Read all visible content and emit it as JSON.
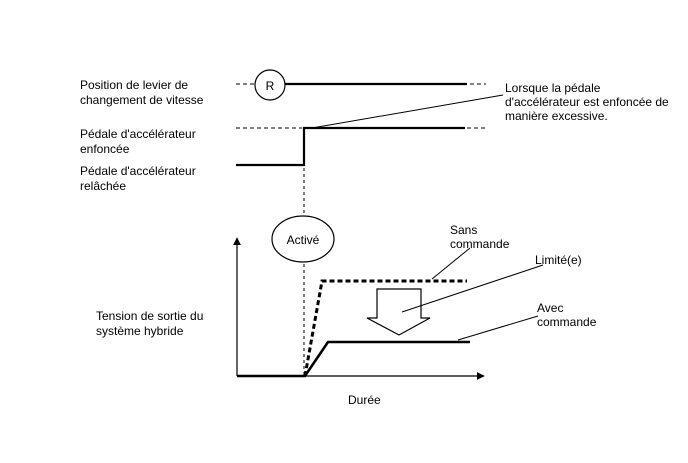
{
  "labels": {
    "shift_position": [
      "Position de levier de",
      "changement de vitesse"
    ],
    "pedal_pressed": [
      "Pédale d'accélérateur",
      "enfoncée"
    ],
    "pedal_released": [
      "Pédale d'accélérateur",
      "relâchée"
    ],
    "excessive_note": [
      "Lorsque la pédale",
      "d'accélérateur est enfoncée de",
      "manière excessive."
    ],
    "gear_symbol": "R",
    "active": "Activé",
    "without_control": [
      "Sans",
      "commande"
    ],
    "limited": "Limité(e)",
    "with_control": [
      "Avec",
      "commande"
    ],
    "hybrid_output": [
      "Tension de sortie du",
      "système hybride"
    ],
    "duration": "Durée"
  },
  "colors": {
    "line": "#000000",
    "background": "#ffffff"
  }
}
